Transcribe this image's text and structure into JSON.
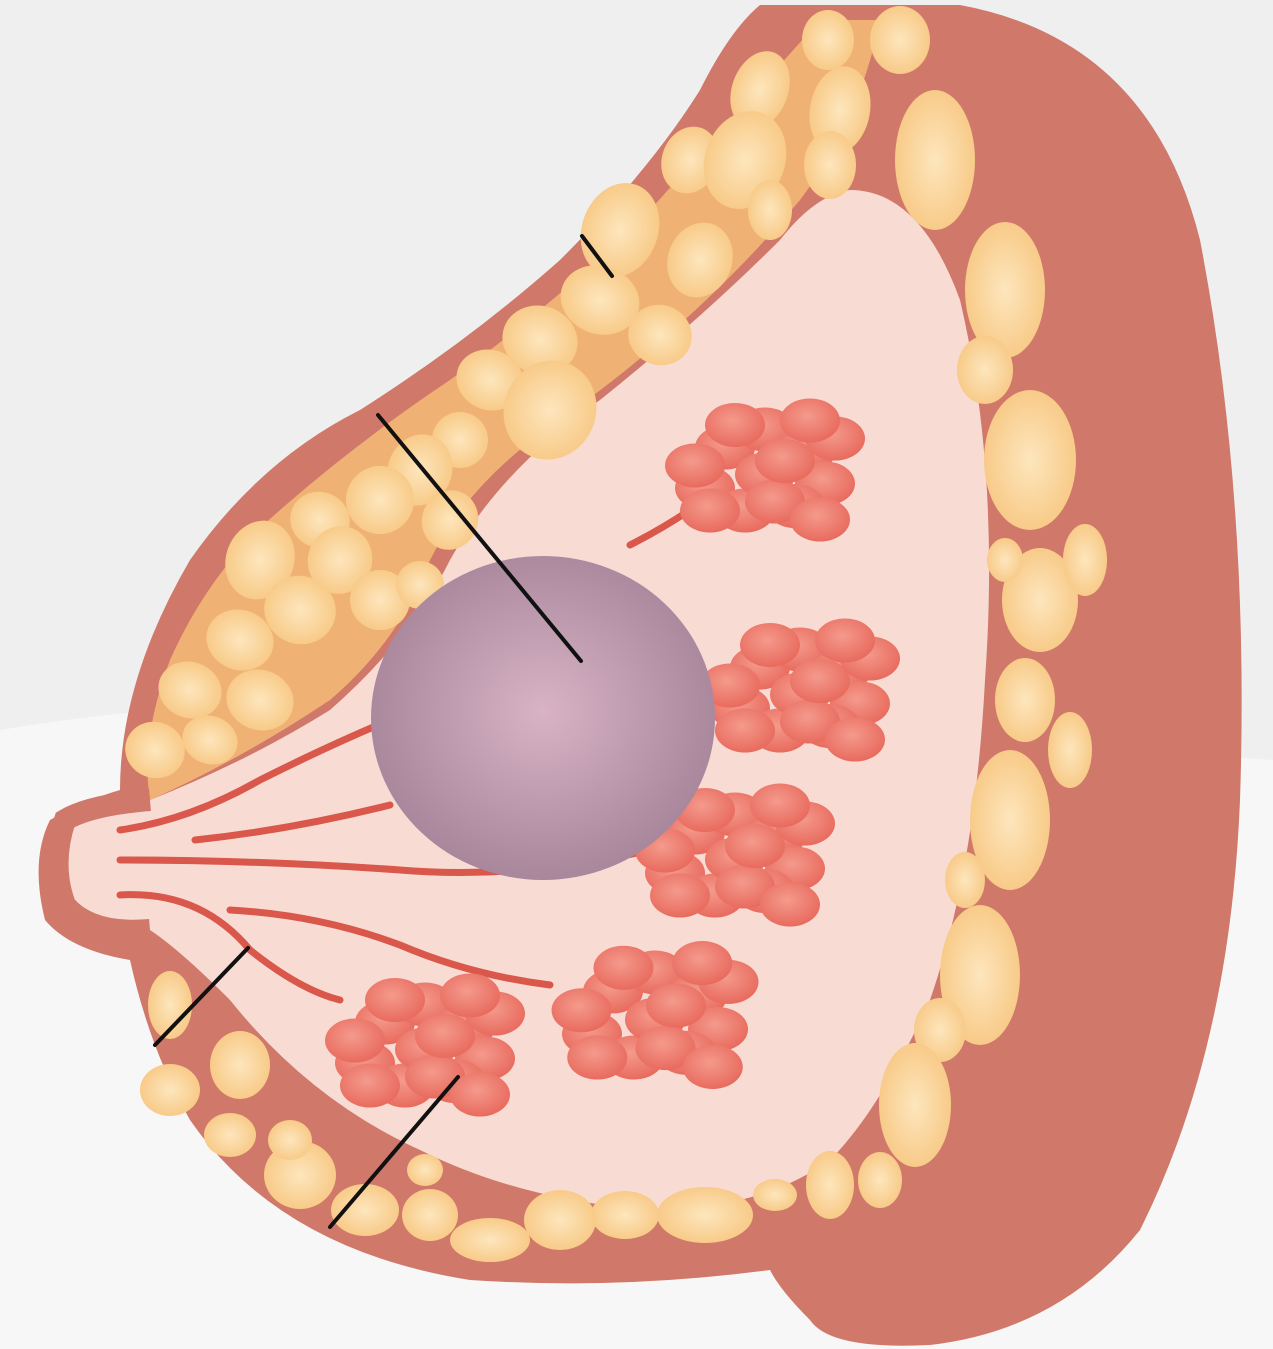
{
  "figure": {
    "labels": [],
    "colors": {
      "background": "#efefef",
      "background_lower": "#f7f7f7",
      "outer_tissue": "#d0786a",
      "outer_tissue_inner": "#e08a76",
      "fat_lobule": "#f7c57e",
      "fat_lobule_light": "#fde6bd",
      "fat_band": "#f0b274",
      "gland_region": "#f8dcd4",
      "gland_lobule": "#e86b5e",
      "gland_lobule_light": "#f49a8c",
      "duct": "#d9584b",
      "mass": "#a68499",
      "mass_light": "#d8b3c5",
      "leader_line": "#111111"
    },
    "icons": [
      "breast-cross-section",
      "fat-lobule",
      "gland-lobule",
      "milk-duct",
      "mass",
      "leader-line"
    ]
  }
}
